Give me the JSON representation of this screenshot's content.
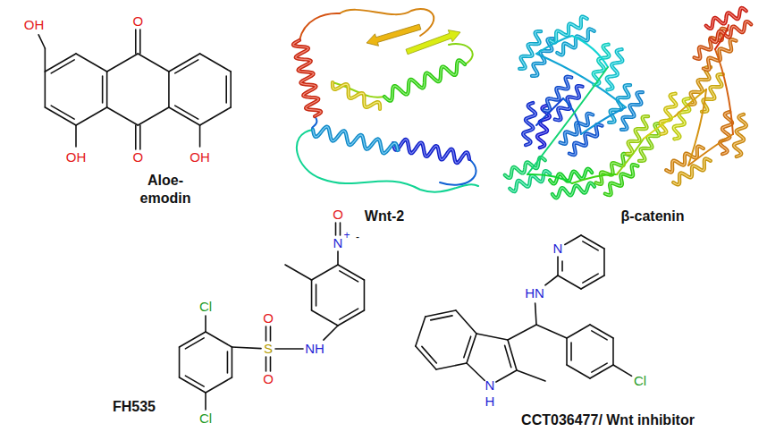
{
  "diagram": {
    "labels": [
      "OH",
      "O",
      "OH",
      "O",
      "OH",
      "Aloe- emodin",
      "Wnt-2",
      "β-catenin",
      "O",
      "N",
      "+",
      "-",
      "Cl",
      "O",
      "S",
      "O",
      "NH",
      "Cl",
      "FH535",
      "N",
      "HN",
      "Cl",
      "N",
      "H",
      "CCT036477/ Wnt inhibitor"
    ]
  }
}
